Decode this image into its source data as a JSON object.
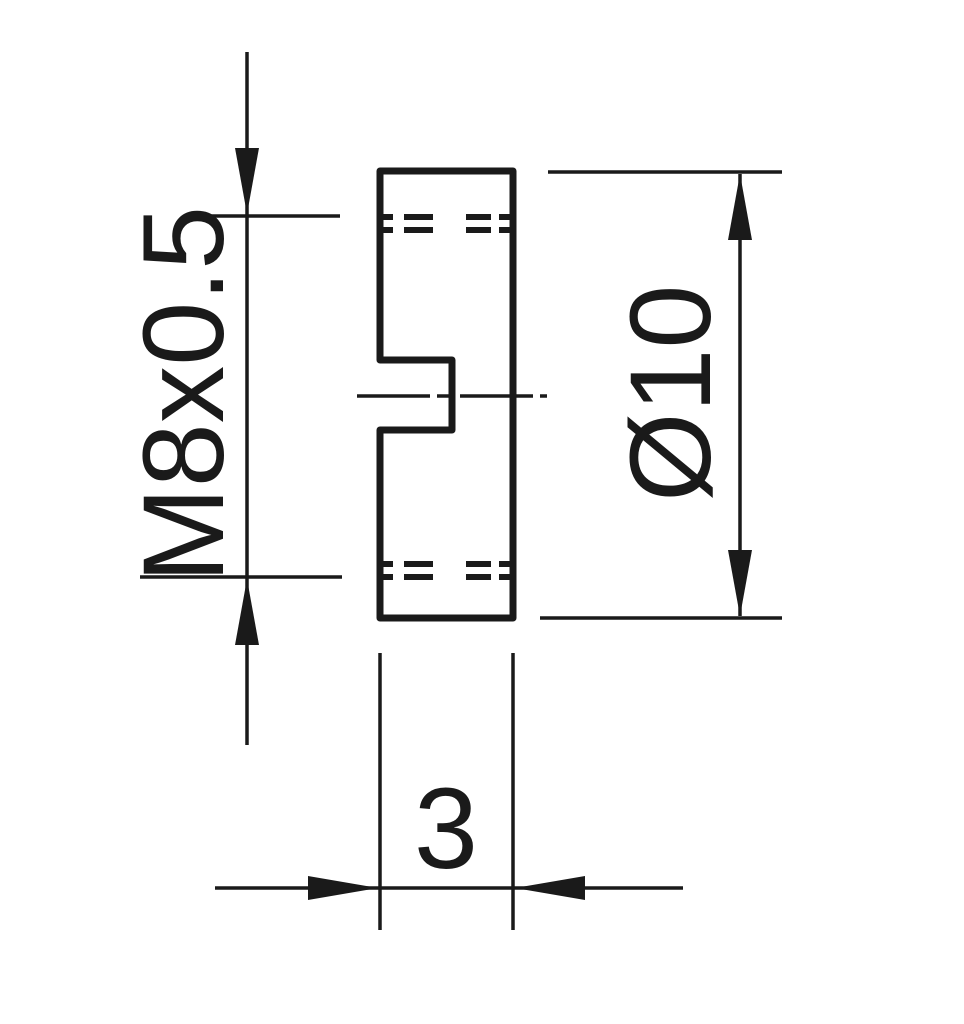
{
  "drawing": {
    "title": "slotted-nut-dimension-drawing",
    "labels": {
      "thread_spec": "M8x0.5",
      "outer_diameter": "Ø10",
      "thickness": "3"
    },
    "colors": {
      "line": "#1a1a1a",
      "background": "#ffffff"
    }
  }
}
